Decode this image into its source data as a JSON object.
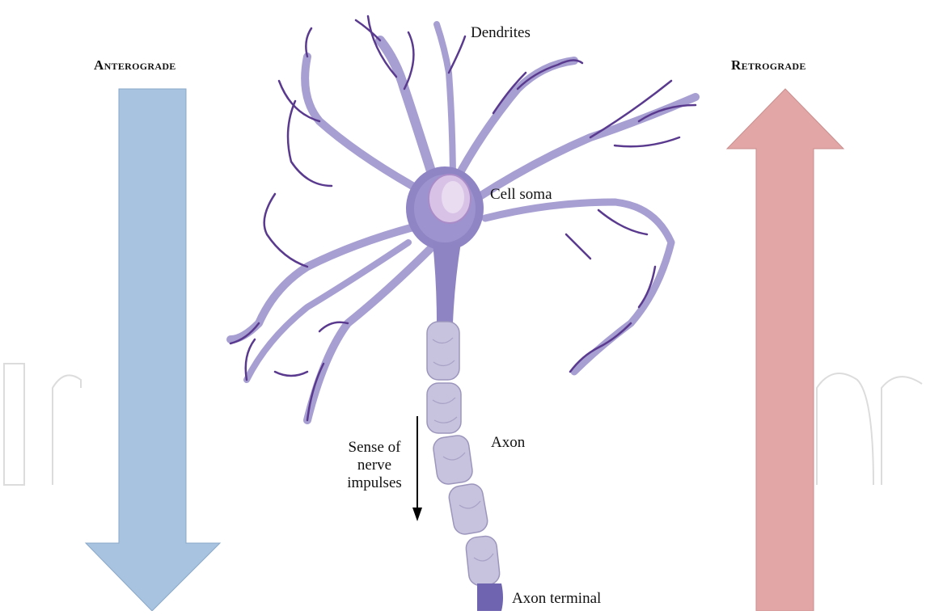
{
  "headings": {
    "anterograde": "Anterograde",
    "retrograde": "Retrograde"
  },
  "labels": {
    "dendrites": "Dendrites",
    "cell_soma": "Cell soma",
    "axon": "Axon",
    "axon_terminal": "Axon terminal"
  },
  "sense_lines": [
    "Sense of",
    "nerve",
    "impulses"
  ],
  "colors": {
    "anterograde_arrow": "#a8c3e0",
    "retrograde_arrow": "#e3a6a6",
    "neuron": "#9a90c8",
    "dendrite_accent": "#5a3a8e",
    "watermark": "#d9d9d9"
  }
}
